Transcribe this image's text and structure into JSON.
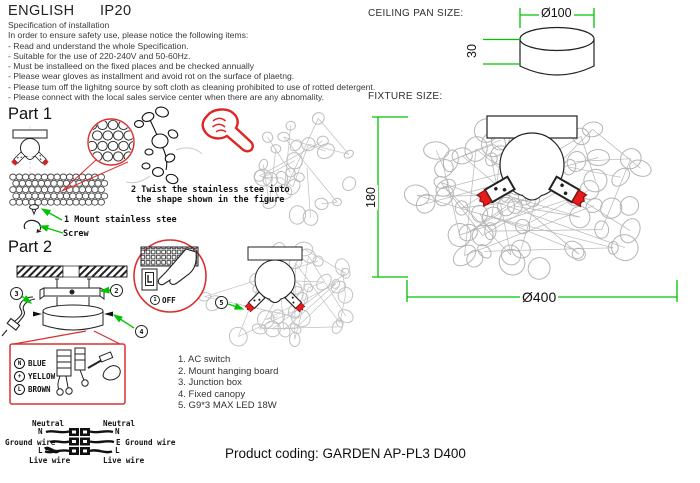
{
  "header": {
    "language": "ENGLISH",
    "ip_rating": "IP20"
  },
  "spec": {
    "title": "Specification of installation",
    "intro": "In order to ensure safety use, please notice the following items:",
    "items": [
      "- Read and understand the whole Specification.",
      "- Suitable for the use of 220-240V and 50-60Hz.",
      "- Must be installeed on the fixed places and be checked annually",
      "- Please wear gloves as installment and avoid rot on the surface of plaetng.",
      "- Please tum off the lighitng source by soft cloth as cleaning prohibited to use of rotted detergent.",
      "- Please connect with the local sales service center when there are any abnomality."
    ]
  },
  "part1": {
    "title": "Part 1",
    "step2_line1": "2 Twist the stainless stee  into",
    "step2_line2": "the shape shown in the figure",
    "step1_label": "1 Mount stainless stee",
    "screw_label": "Screw"
  },
  "part2": {
    "title": "Part 2",
    "switch_step": {
      "number": "1",
      "label": "OFF"
    },
    "callouts": {
      "hanging_board": "2",
      "junction_box": "3",
      "canopy": "4",
      "bulb": "5"
    },
    "wire_colors": [
      {
        "symbol": "N",
        "color": "BLUE"
      },
      {
        "symbol": "+",
        "color": "YELLOW"
      },
      {
        "symbol": "L",
        "color": "BROWN"
      }
    ]
  },
  "parts_list": {
    "items": [
      "1. AC switch",
      "2. Mount hanging board",
      "3. Junction box",
      "4. Fixed canopy",
      "5. G9*3 MAX LED 18W"
    ]
  },
  "wiring": {
    "left": {
      "neutral": "Neutral",
      "n": "N",
      "ground": "Ground wire",
      "l": "L",
      "live": "Live wire"
    },
    "right": {
      "neutral": "Neutral",
      "n": "N",
      "ground": "E Ground wire",
      "l": "L",
      "live": "Live wire"
    }
  },
  "ceiling_pan": {
    "label": "CEILING PAN  SIZE:",
    "diameter": "Ø100",
    "height": "30"
  },
  "fixture_size": {
    "label": "FIXTURE SIZE:",
    "height": "180",
    "diameter": "Ø400"
  },
  "product": {
    "coding": "Product coding: GARDEN AP-PL3 D400"
  },
  "colors": {
    "dimension_green": "#00c400",
    "accent_red": "#d93030",
    "bulb_red": "#e81c1c",
    "line_black": "#222222",
    "decor_gray": "#bdbdbd"
  }
}
